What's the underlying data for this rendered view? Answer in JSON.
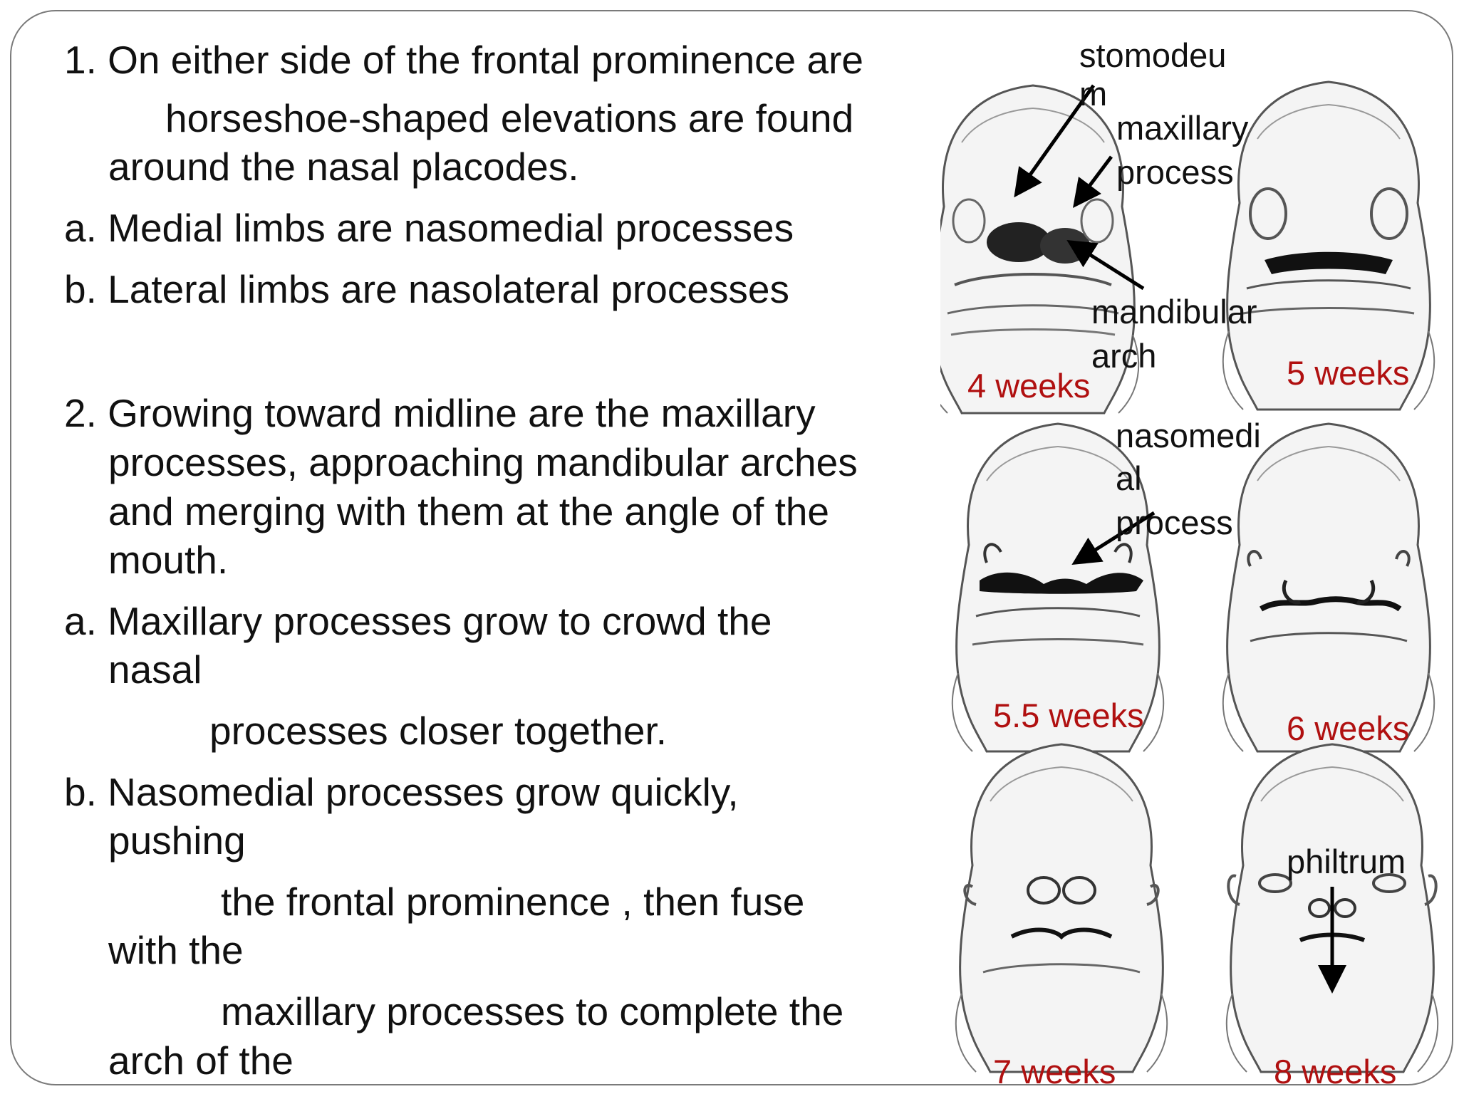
{
  "text_lines": [
    "1. On either side of the frontal prominence are",
    "horseshoe-shaped elevations are found",
    "around the nasal placodes.",
    "a. Medial limbs are nasomedial processes",
    "b. Lateral limbs are nasolateral processes",
    "2. Growing toward midline are the maxillary",
    "processes, approaching mandibular arches",
    "and merging with them at the angle of the",
    "mouth.",
    "a. Maxillary processes grow to crowd the",
    "nasal",
    "processes closer together.",
    "b. Nasomedial processes grow quickly,",
    "pushing",
    "the frontal prominence , then fuse",
    "with the",
    "maxillary processes to complete the",
    "arch of the"
  ],
  "figure": {
    "labels": {
      "stomodeum_1": "stomodeu",
      "stomodeum_2": "m",
      "maxillary_1": "maxillary",
      "maxillary_2": "process",
      "mandibular_1": "mandibular",
      "mandibular_2": "arch",
      "nasomedial_1": "nasomedi",
      "nasomedial_2": "al",
      "nasomedial_3": "process",
      "philtrum": "philtrum"
    },
    "stages": [
      "4 weeks",
      "5 weeks",
      "5.5 weeks",
      "6 weeks",
      "7 weeks",
      "8 weeks"
    ],
    "stage_color": "#b01010"
  }
}
